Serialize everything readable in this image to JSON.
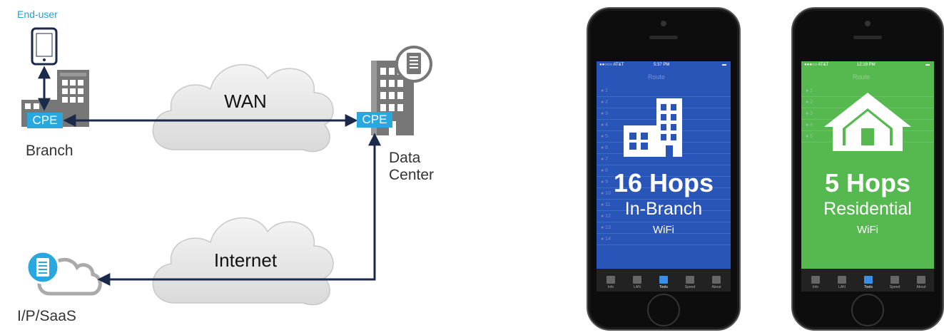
{
  "diagram": {
    "end_user_label": "End-user",
    "branch_label": "Branch",
    "datacenter_label_1": "Data",
    "datacenter_label_2": "Center",
    "saas_label": "I/P/SaaS",
    "wan_label": "WAN",
    "internet_label": "Internet",
    "cpe_branch": "CPE",
    "cpe_datacenter": "CPE",
    "colors": {
      "accent": "#29a8e0",
      "link": "#1b2a4a",
      "building": "#777777",
      "cloud": "#e6e6e6"
    }
  },
  "phones": [
    {
      "carrier": "●●○○○ AT&T",
      "time": "5:37 PM",
      "nav_title": "Route",
      "screen_color": "#2a55b8",
      "icon": "office-building-icon",
      "hops": "16 Hops",
      "location": "In-Branch",
      "network": "WiFi",
      "tabs": [
        "Info",
        "LAN",
        "Tools",
        "Speed",
        "About"
      ]
    },
    {
      "carrier": "●●●○○ AT&T",
      "time": "12:19 PM",
      "nav_title": "Route",
      "screen_color": "#56b94f",
      "icon": "house-icon",
      "hops": "5 Hops",
      "location": "Residential",
      "network": "WiFi",
      "tabs": [
        "Info",
        "LAN",
        "Tools",
        "Speed",
        "About"
      ]
    }
  ]
}
